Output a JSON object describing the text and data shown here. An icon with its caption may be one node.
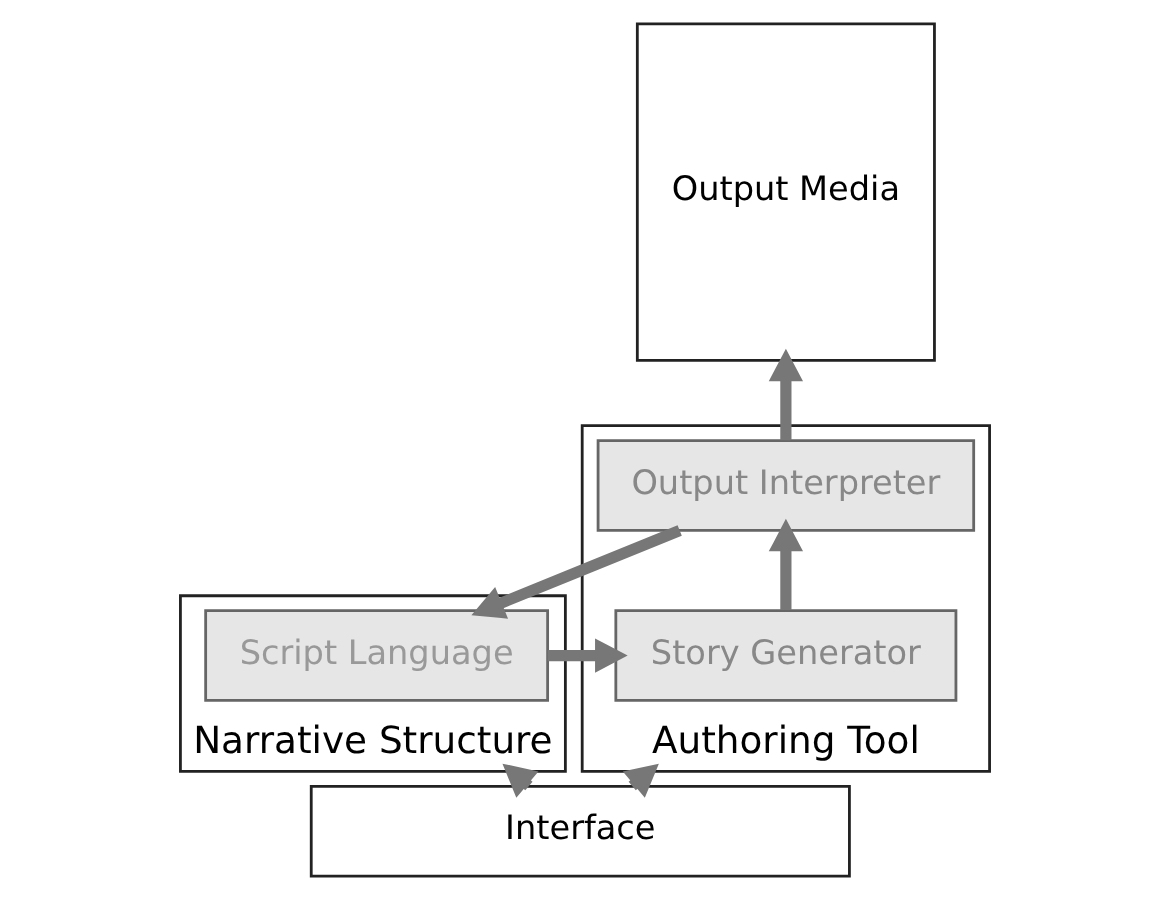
{
  "diagram": {
    "nodes": [
      {
        "text": [
          "Narrative Structure"
        ]
      },
      {
        "text": [
          "Script Language"
        ],
        "in": 0
      },
      {
        "text": [
          "Authoring Tool"
        ]
      },
      {
        "text": [
          "Story Generator"
        ],
        "in": 2
      },
      {
        "text": [
          "Output Interpreter"
        ],
        "in": 2
      },
      {
        "text": [
          "Output Media"
        ]
      },
      {
        "text": [
          "Interface"
        ]
      }
    ],
    "edges": [
      {
        "from": 1,
        "to": 3,
        "arrow": "to"
      },
      {
        "from": 3,
        "to": 4,
        "arrow": "to"
      },
      {
        "from": 4,
        "to": 1,
        "arrow": "to"
      },
      {
        "from": 4,
        "to": 5,
        "arrow": "to"
      },
      {
        "from": 6,
        "to": 0,
        "arrow": "to"
      },
      {
        "from": 6,
        "to": 2,
        "arrow": "to"
      }
    ]
  }
}
